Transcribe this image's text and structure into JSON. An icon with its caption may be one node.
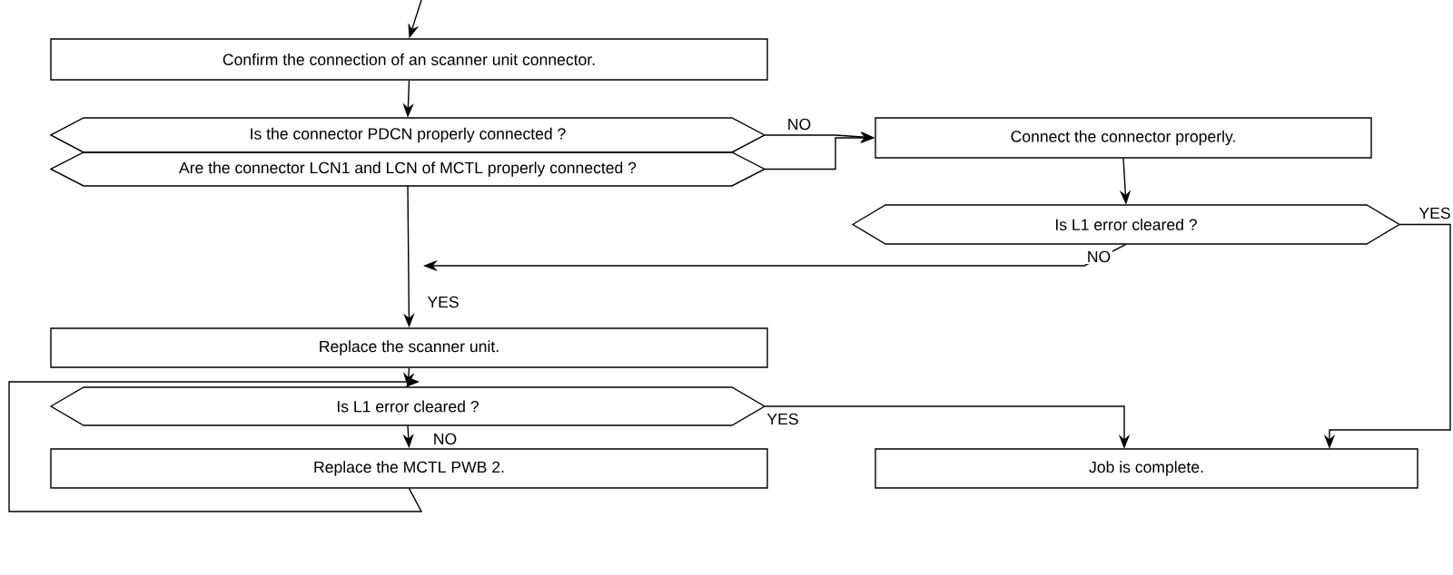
{
  "diagram": {
    "nodes": [
      {
        "text": [
          "Confirm the connection of an scanner unit connector."
        ]
      },
      {
        "text": [
          "Is the connector PDCN properly connected ?"
        ]
      },
      {
        "text": [
          "Are the connector LCN1 and LCN of MCTL properly connected ?"
        ]
      },
      {
        "text": [
          "Connect the connector properly."
        ]
      },
      {
        "text": [
          "Is L1 error cleared ?"
        ]
      },
      {
        "text": [
          "Replace the scanner unit."
        ]
      },
      {
        "text": [
          "Is L1 error cleared ?"
        ]
      },
      {
        "text": [
          "Replace the MCTL PWB 2."
        ]
      },
      {
        "text": [
          "Job is complete."
        ]
      }
    ],
    "edges": [
      {
        "from": null,
        "to": 0,
        "arrow": "to"
      },
      {
        "from": 0,
        "to": 1,
        "arrow": "to"
      },
      {
        "from": 1,
        "to": 3,
        "arrow": "to",
        "label": "NO"
      },
      {
        "from": 2,
        "to": 3,
        "arrow": "to"
      },
      {
        "from": 3,
        "to": 4,
        "arrow": "to"
      },
      {
        "from": 4,
        "to": 8,
        "arrow": "to",
        "label": "YES"
      },
      {
        "from": 4,
        "to": 5,
        "arrow": "to",
        "label": "NO"
      },
      {
        "from": 2,
        "to": 5,
        "arrow": "to",
        "label": "YES"
      },
      {
        "from": 5,
        "to": 6,
        "arrow": "to"
      },
      {
        "from": 6,
        "to": 8,
        "arrow": "to",
        "label": "YES"
      },
      {
        "from": 6,
        "to": 7,
        "arrow": "to",
        "label": "NO"
      },
      {
        "from": 7,
        "to": 6,
        "arrow": "to"
      }
    ]
  }
}
